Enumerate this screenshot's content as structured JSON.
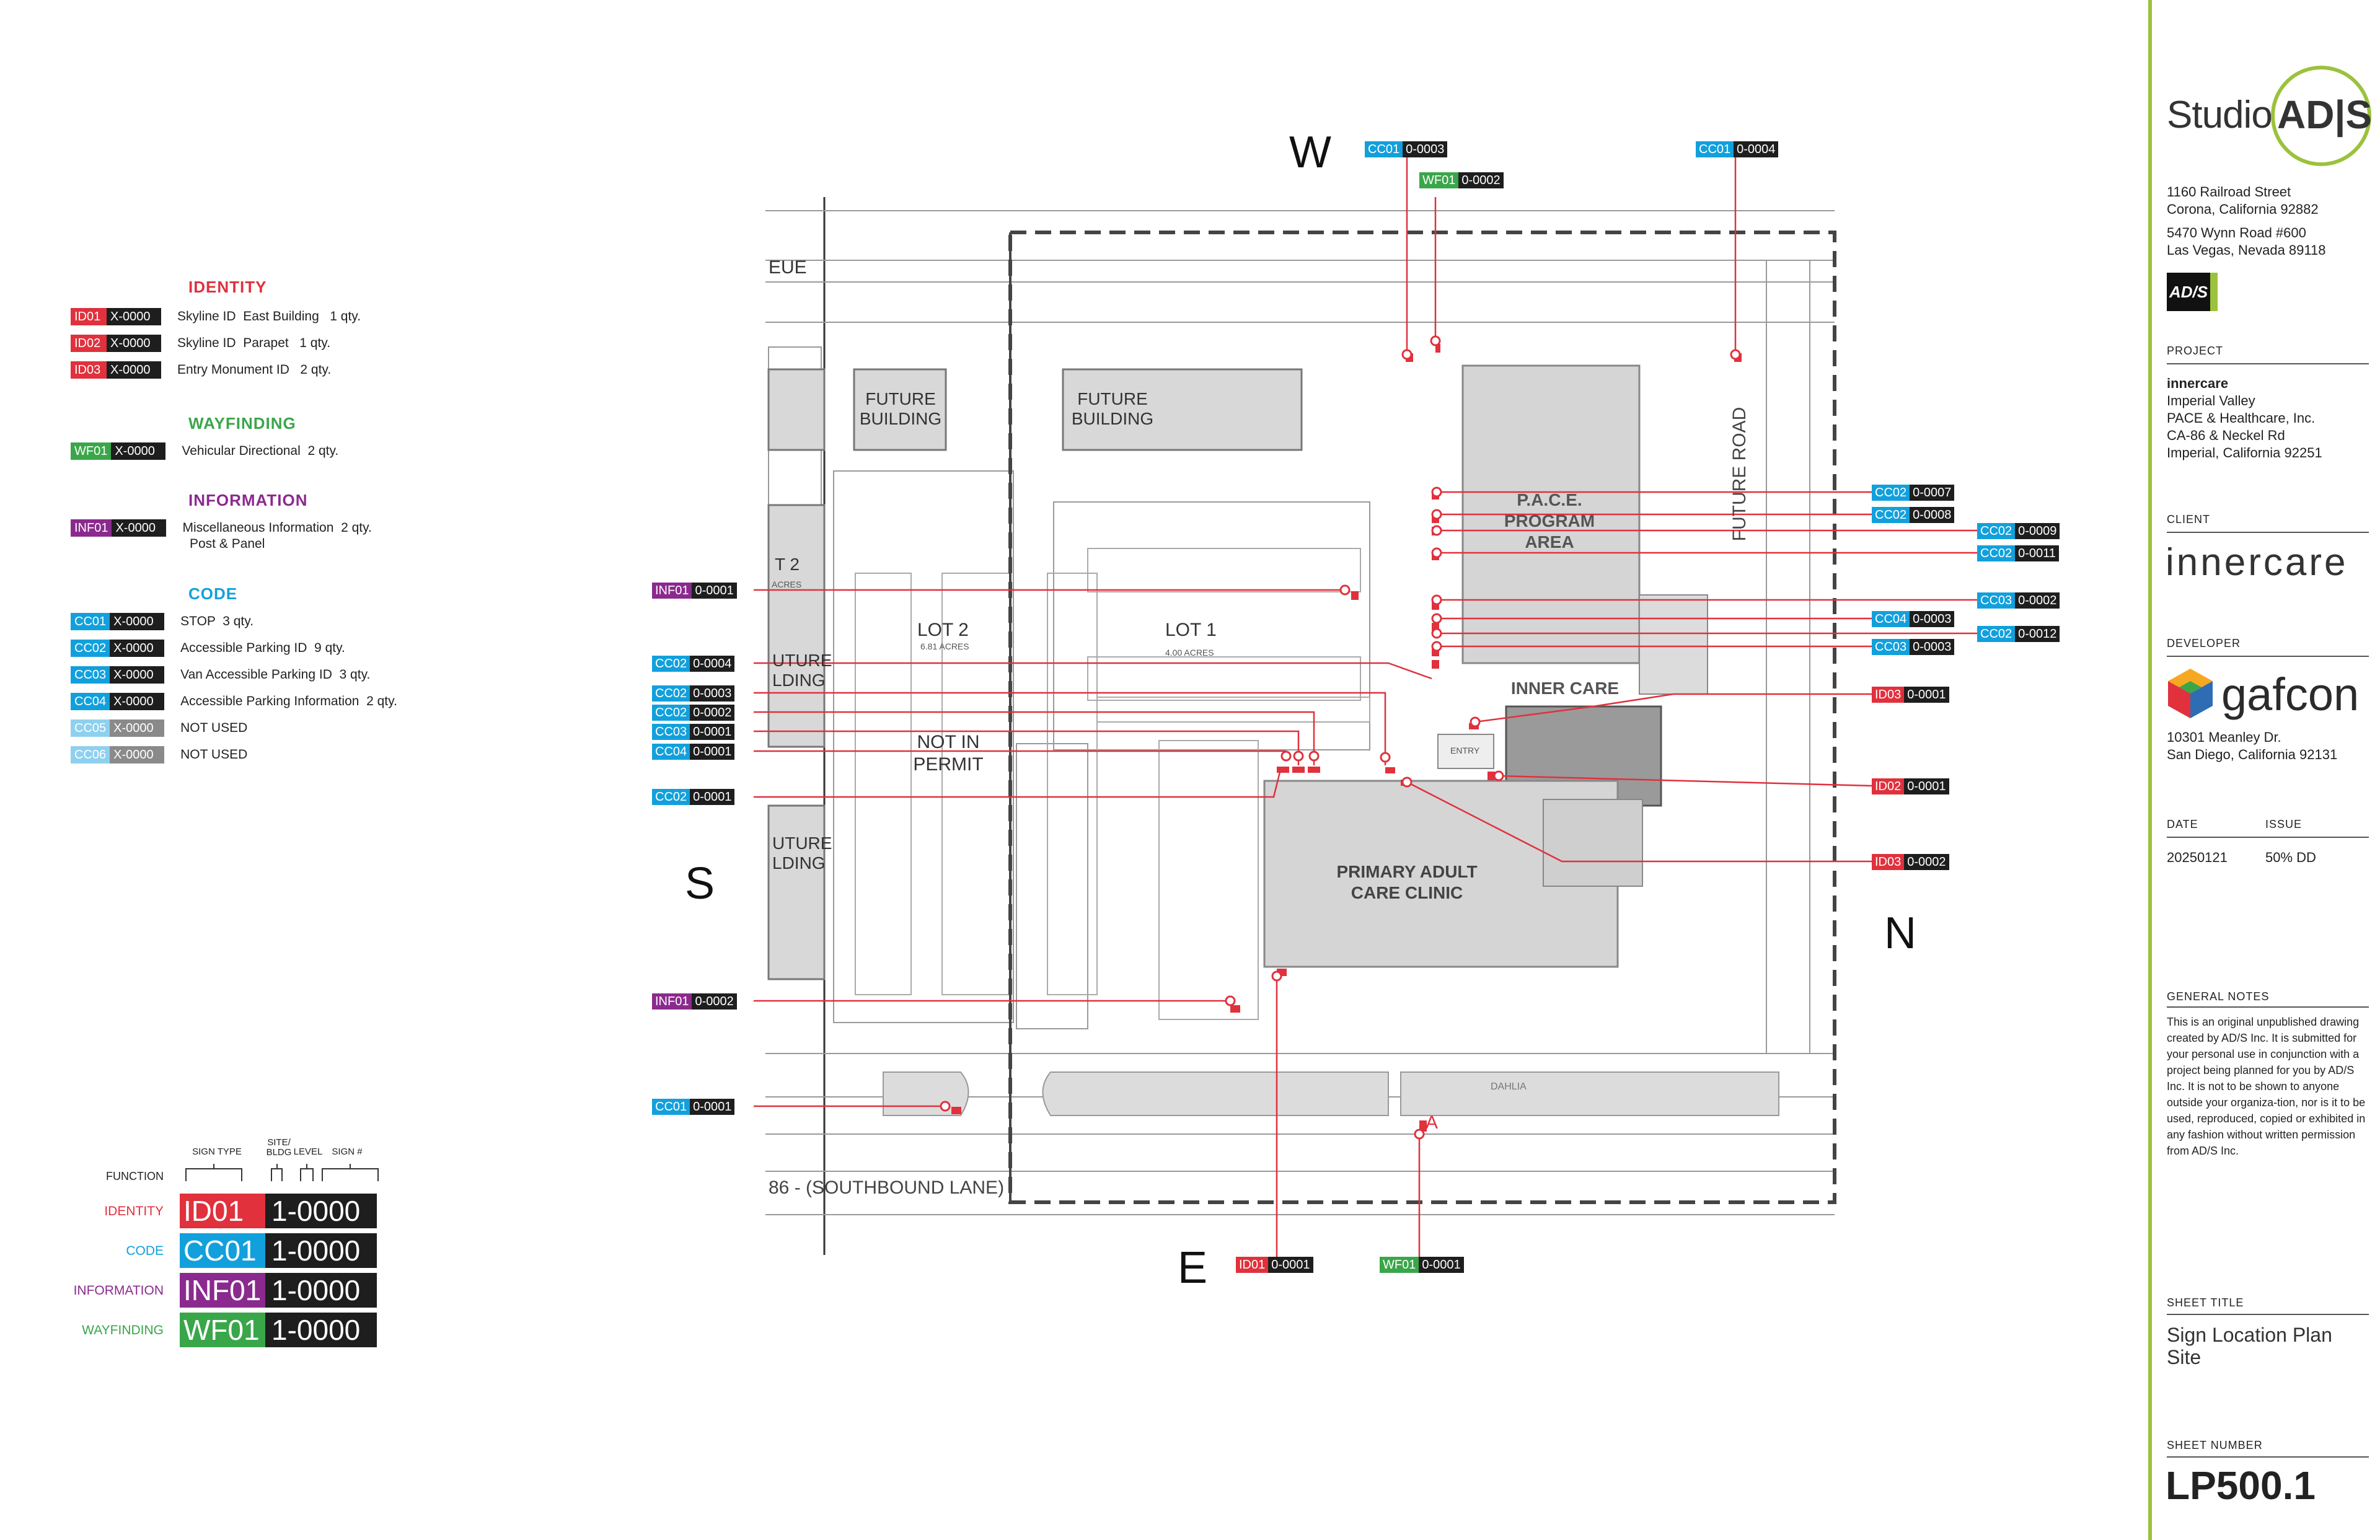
{
  "colors": {
    "identity": "#e0313d",
    "wayfinding": "#3aa64a",
    "information": "#8b2a8e",
    "code": "#12a0dc",
    "code_unused": "#8ed0ef",
    "number_bg": "#1e1e1e",
    "callout_line": "#e0313d",
    "title_accent": "#9bc23c"
  },
  "legend": {
    "identity": {
      "heading": "IDENTITY",
      "items": [
        {
          "code": "ID01",
          "num": "X-0000",
          "desc": "Skyline ID  East Building   1 qty."
        },
        {
          "code": "ID02",
          "num": "X-0000",
          "desc": "Skyline ID  Parapet   1 qty."
        },
        {
          "code": "ID03",
          "num": "X-0000",
          "desc": "Entry Monument ID   2 qty."
        }
      ]
    },
    "wayfinding": {
      "heading": "WAYFINDING",
      "items": [
        {
          "code": "WF01",
          "num": "X-0000",
          "desc": "Vehicular Directional  2 qty."
        }
      ]
    },
    "information": {
      "heading": "INFORMATION",
      "items": [
        {
          "code": "INF01",
          "num": "X-0000",
          "desc": "Miscellaneous Information  2 qty.",
          "desc2": "Post & Panel"
        }
      ]
    },
    "code": {
      "heading": "CODE",
      "items": [
        {
          "code": "CC01",
          "num": "X-0000",
          "desc": "STOP  3 qty."
        },
        {
          "code": "CC02",
          "num": "X-0000",
          "desc": "Accessible Parking ID  9 qty."
        },
        {
          "code": "CC03",
          "num": "X-0000",
          "desc": "Van Accessible Parking ID  3 qty."
        },
        {
          "code": "CC04",
          "num": "X-0000",
          "desc": "Accessible Parking Information  2 qty."
        },
        {
          "code": "CC05",
          "num": "X-0000",
          "desc": "NOT USED"
        },
        {
          "code": "CC06",
          "num": "X-0000",
          "desc": "NOT USED"
        }
      ]
    }
  },
  "compass": {
    "w": "W",
    "s": "S",
    "n": "N",
    "e": "E"
  },
  "plan_labels": {
    "future_building_1": "FUTURE\nBUILDING",
    "future_building_2": "FUTURE\nBUILDING",
    "lot2": "LOT 2",
    "lot2_acres": "6.81 ACRES",
    "lot1": "LOT 1",
    "lot1_acres": "4.00 ACRES",
    "not_in_permit": "NOT IN\nPERMIT",
    "pace": "P.A.C.E.\nPROGRAM\nAREA",
    "inner_care": "INNER CARE",
    "entry": "ENTRY",
    "clinic": "PRIMARY ADULT\nCARE CLINIC",
    "future_road": "FUTURE ROAD",
    "southbound": "86 - (SOUTHBOUND LANE)",
    "avenue_fragment": "EUE",
    "lot_fragment": "T 2",
    "lot_fragment_acres": "ACRES",
    "future_fragment_1": "UTURE\nLDING",
    "future_fragment_2": "UTURE\nLDING",
    "dahlia": "DAHLIA",
    "marker_a": "A"
  },
  "callouts": [
    {
      "code": "CC01",
      "num": "0-0003"
    },
    {
      "code": "WF01",
      "num": "0-0002"
    },
    {
      "code": "CC01",
      "num": "0-0004"
    },
    {
      "code": "INF01",
      "num": "0-0001"
    },
    {
      "code": "CC02",
      "num": "0-0004"
    },
    {
      "code": "CC02",
      "num": "0-0003"
    },
    {
      "code": "CC02",
      "num": "0-0002"
    },
    {
      "code": "CC03",
      "num": "0-0001"
    },
    {
      "code": "CC04",
      "num": "0-0001"
    },
    {
      "code": "CC02",
      "num": "0-0001"
    },
    {
      "code": "INF01",
      "num": "0-0002"
    },
    {
      "code": "CC01",
      "num": "0-0001"
    },
    {
      "code": "CC02",
      "num": "0-0007"
    },
    {
      "code": "CC02",
      "num": "0-0008"
    },
    {
      "code": "CC02",
      "num": "0-0009"
    },
    {
      "code": "CC02",
      "num": "0-0011"
    },
    {
      "code": "CC03",
      "num": "0-0002"
    },
    {
      "code": "CC04",
      "num": "0-0003"
    },
    {
      "code": "CC02",
      "num": "0-0012"
    },
    {
      "code": "CC03",
      "num": "0-0003"
    },
    {
      "code": "ID03",
      "num": "0-0001"
    },
    {
      "code": "ID02",
      "num": "0-0001"
    },
    {
      "code": "ID03",
      "num": "0-0002"
    },
    {
      "code": "ID01",
      "num": "0-0001"
    },
    {
      "code": "WF01",
      "num": "0-0001"
    }
  ],
  "key": {
    "function_label": "FUNCTION",
    "sign_type_label": "SIGN TYPE",
    "site_bldg_label": "SITE/\nBLDG",
    "level_label": "LEVEL",
    "sign_num_label": "SIGN #",
    "rows": [
      {
        "label": "IDENTITY",
        "code": "ID01",
        "num": "1-0000"
      },
      {
        "label": "CODE",
        "code": "CC01",
        "num": "1-0000"
      },
      {
        "label": "INFORMATION",
        "code": "INF01",
        "num": "1-0000"
      },
      {
        "label": "WAYFINDING",
        "code": "WF01",
        "num": "1-0000"
      }
    ]
  },
  "title_block": {
    "logo_text": "Studio",
    "logo_mark": "AD|S",
    "address1_line1": "1160 Railroad Street",
    "address1_line2": "Corona, California 92882",
    "address2_line1": "5470 Wynn Road #600",
    "address2_line2": "Las Vegas, Nevada 89118",
    "small_logo": "AD/S",
    "project_label": "PROJECT",
    "project_name": "innercare",
    "project_line1": "Imperial Valley",
    "project_line2": "PACE & Healthcare, Inc.",
    "project_line3": "CA-86 & Neckel Rd",
    "project_line4": "Imperial, California 92251",
    "client_label": "CLIENT",
    "client_name": "innercare",
    "developer_label": "DEVELOPER",
    "developer_name": "gafcon",
    "developer_line1": "10301 Meanley Dr.",
    "developer_line2": "San Diego, California 92131",
    "date_label": "DATE",
    "issue_label": "ISSUE",
    "date_value": "20250121",
    "issue_value": "50% DD",
    "notes_label": "GENERAL NOTES",
    "notes": "This is an original unpublished drawing created by AD/S Inc. It is submitted for your personal use in conjunction with a project being planned for you by AD/S Inc. It is not to be shown to anyone outside your organiza-tion, nor is it to be used, reproduced, copied or exhibited in any fashion without written permission from AD/S Inc.",
    "sheet_title_label": "SHEET TITLE",
    "sheet_title_1": "Sign Location Plan",
    "sheet_title_2": "Site",
    "sheet_number_label": "SHEET NUMBER",
    "sheet_number": "LP500.1"
  }
}
